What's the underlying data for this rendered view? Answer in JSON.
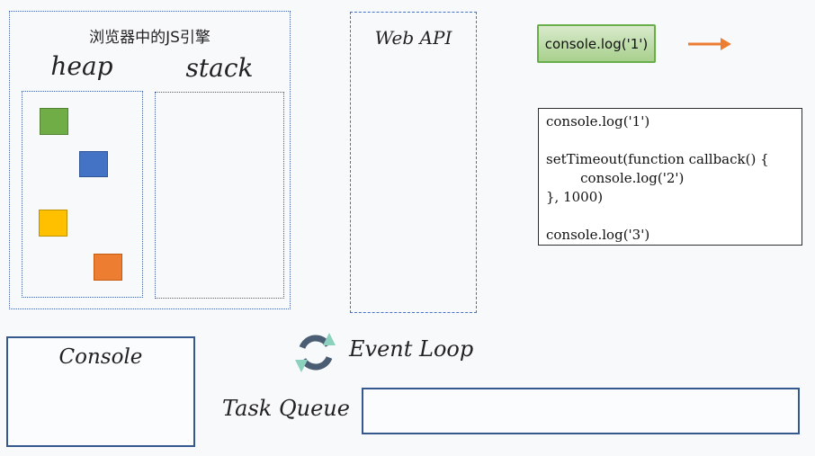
{
  "js_engine": {
    "title": "浏览器中的JS引擎",
    "heap_label": "heap",
    "stack_label": "stack",
    "heap_items": [
      {
        "name": "green-object",
        "fill": "#70AD47",
        "border": "#548235"
      },
      {
        "name": "blue-object",
        "fill": "#4472C4",
        "border": "#2F5597"
      },
      {
        "name": "yellow-object",
        "fill": "#FFC000",
        "border": "#BF9000"
      },
      {
        "name": "orange-object",
        "fill": "#ED7D31",
        "border": "#C55A11"
      }
    ]
  },
  "web_api": {
    "label": "Web API"
  },
  "current_task": {
    "label": "console.log('1')",
    "border_color": "#6AAE4C",
    "fill_top": "#D9EACC",
    "fill_bottom": "#A8D08D"
  },
  "flow_arrow": {
    "color": "#ED7D31"
  },
  "code": {
    "lines": [
      "console.log('1')",
      "",
      "setTimeout(function callback() {",
      "        console.log('2')",
      "}, 1000)",
      "",
      "console.log('3')"
    ]
  },
  "console_panel": {
    "label": "Console"
  },
  "event_loop": {
    "label": "Event Loop",
    "arc_color": "#4A5D73",
    "arrowhead_color": "#8CD1BE"
  },
  "task_queue": {
    "label": "Task Queue"
  },
  "colors": {
    "background": "#F8F9FA",
    "dotted_border_blue": "#3E5FA3",
    "dashed_border_blue": "#4472C4",
    "solid_border_blue": "#35588E"
  }
}
